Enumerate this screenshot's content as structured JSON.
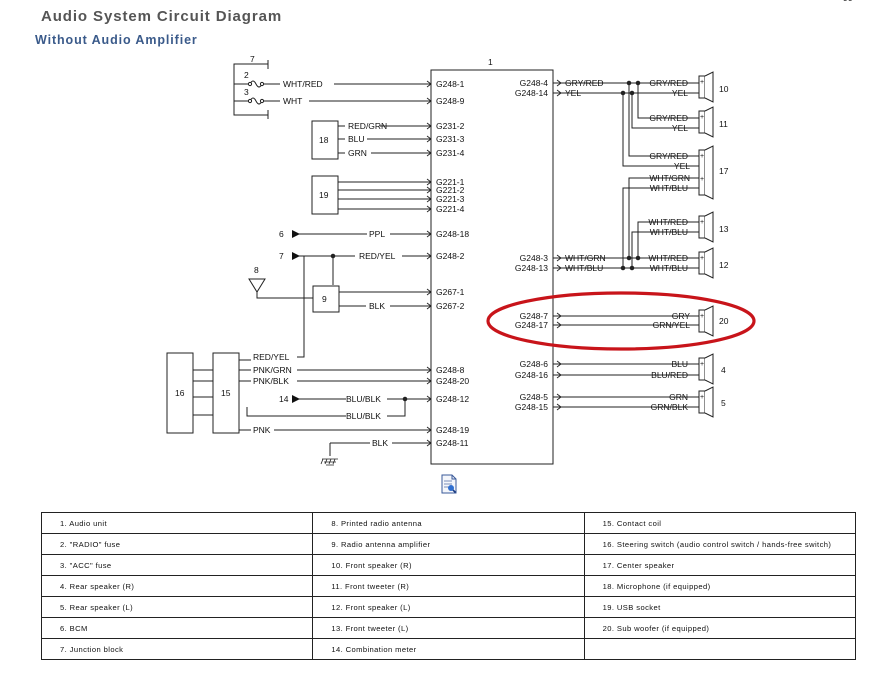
{
  "header": {
    "title": "Audio System Circuit Diagram",
    "subtitle": "Without Audio Amplifier",
    "page_number": "JJ"
  },
  "diagram": {
    "audio_unit_ref": "1",
    "fuse_box": {
      "ref": "7",
      "fuses": [
        "2",
        "3"
      ],
      "wires": [
        "WHT/RED",
        "WHT"
      ],
      "pins": [
        "G248-1",
        "G248-9"
      ]
    },
    "microphone": {
      "ref": "18",
      "wires": [
        "RED/GRN",
        "BLU",
        "GRN"
      ],
      "pins": [
        "G231-2",
        "G231-3",
        "G231-4"
      ]
    },
    "usb": {
      "ref": "19",
      "pins": [
        "G221-1",
        "G221-2",
        "G221-3",
        "G221-4"
      ]
    },
    "bcm": {
      "ref": "6",
      "wire": "PPL",
      "pin": "G248-18"
    },
    "junction": {
      "ref": "7",
      "wire": "RED/YEL",
      "pin": "G248-2"
    },
    "antenna": {
      "ref": "8"
    },
    "antenna_amp": {
      "ref": "9",
      "wire": "BLK",
      "pins": [
        "G267-1",
        "G267-2"
      ]
    },
    "steering": {
      "switch_ref": "16",
      "coil_ref": "15",
      "wires": [
        "RED/YEL",
        "PNK/GRN",
        "PNK/BLK",
        "PNK"
      ],
      "pins": [
        "G248-8",
        "G248-20",
        "G248-19"
      ]
    },
    "meter": {
      "ref": "14",
      "wires": [
        "BLU/BLK",
        "BLU/BLK"
      ],
      "pin": "G248-12"
    },
    "ground": {
      "wire": "BLK",
      "pin": "G248-11"
    },
    "right_pins": {
      "p4": "G248-4",
      "p14": "G248-14",
      "p3": "G248-3",
      "p13": "G248-13",
      "p7": "G248-7",
      "p17": "G248-17",
      "p6": "G248-6",
      "p16": "G248-16",
      "p5": "G248-5",
      "p15": "G248-15"
    },
    "right_wires": {
      "gry_red": "GRY/RED",
      "yel": "YEL",
      "wht_grn": "WHT/GRN",
      "wht_blu": "WHT/BLU",
      "gry": "GRY",
      "grn_yel": "GRN/YEL",
      "blu": "BLU",
      "blu_red": "BLU/RED",
      "grn": "GRN",
      "grn_blk": "GRN/BLK"
    },
    "speakers": {
      "front_r": {
        "ref": "10",
        "wires": [
          "GRY/RED",
          "YEL"
        ]
      },
      "tweeter_r": {
        "ref": "11",
        "wires": [
          "GRY/RED",
          "YEL"
        ]
      },
      "center": {
        "ref": "17",
        "wires": [
          "GRY/RED",
          "YEL",
          "WHT/GRN",
          "WHT/BLU"
        ]
      },
      "tweeter_l": {
        "ref": "13",
        "wires": [
          "WHT/RED",
          "WHT/BLU"
        ]
      },
      "front_l": {
        "ref": "12",
        "wires": [
          "WHT/RED",
          "WHT/BLU"
        ]
      },
      "subwoofer": {
        "ref": "20"
      },
      "rear_r": {
        "ref": "4"
      },
      "rear_l": {
        "ref": "5"
      }
    },
    "plus_sign": "+",
    "highlight_color": "#c8141a"
  },
  "legend": {
    "rows": [
      [
        "1.   Audio unit",
        "8.   Printed radio antenna",
        "15.   Contact coil"
      ],
      [
        "2.   \"RADIO\" fuse",
        "9.   Radio antenna amplifier",
        "16.   Steering switch (audio control switch / hands-free switch)"
      ],
      [
        "3.   \"ACC\" fuse",
        "10.   Front speaker (R)",
        "17.   Center speaker"
      ],
      [
        "4.   Rear speaker (R)",
        "11.   Front tweeter (R)",
        "18.   Microphone (if equipped)"
      ],
      [
        "5.   Rear speaker (L)",
        "12.   Front speaker (L)",
        "19.   USB socket"
      ],
      [
        "6.   BCM",
        "13.   Front tweeter (L)",
        "20.   Sub woofer (if equipped)"
      ],
      [
        "7.   Junction block",
        "14.   Combination meter",
        ""
      ]
    ]
  }
}
